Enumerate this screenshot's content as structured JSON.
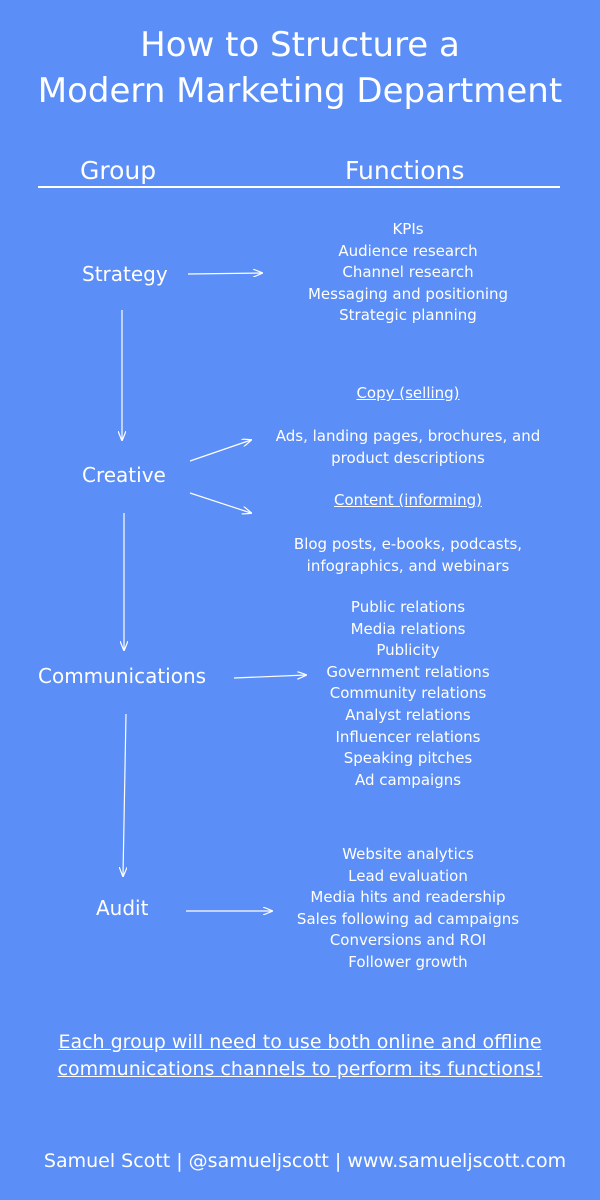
{
  "title": {
    "line1": "How to Structure a",
    "line2": "Modern Marketing Department"
  },
  "headers": {
    "group": "Group",
    "functions": "Functions"
  },
  "groups": {
    "strategy": "Strategy",
    "creative": "Creative",
    "communications": "Communications",
    "audit": "Audit"
  },
  "functions": {
    "strategy": [
      "KPIs",
      "Audience research",
      "Channel research",
      "Messaging and positioning",
      "Strategic planning"
    ],
    "creative": {
      "copy_heading": "Copy (selling)",
      "copy_lines": [
        "Ads, landing pages,  brochures, and",
        "product descriptions"
      ],
      "content_heading": "Content (informing)",
      "content_lines": [
        "Blog posts, e-books, podcasts,",
        "infographics, and webinars"
      ]
    },
    "communications": [
      "Public relations",
      "Media relations",
      "Publicity",
      "Government relations",
      "Community relations",
      "Analyst relations",
      "Influencer relations",
      "Speaking pitches",
      "Ad campaigns"
    ],
    "audit": [
      "Website analytics",
      "Lead evaluation",
      "Media hits and readership",
      "Sales following ad campaigns",
      "Conversions and ROI",
      "Follower growth"
    ]
  },
  "note": {
    "line1": "Each group will need to use both online and offline",
    "line2": "communications channels to perform its functions!"
  },
  "footer": "Samuel Scott | @samueljscott | www.samueljscott.com",
  "colors": {
    "background": "#5b8ef6",
    "foreground": "#ffffff"
  }
}
